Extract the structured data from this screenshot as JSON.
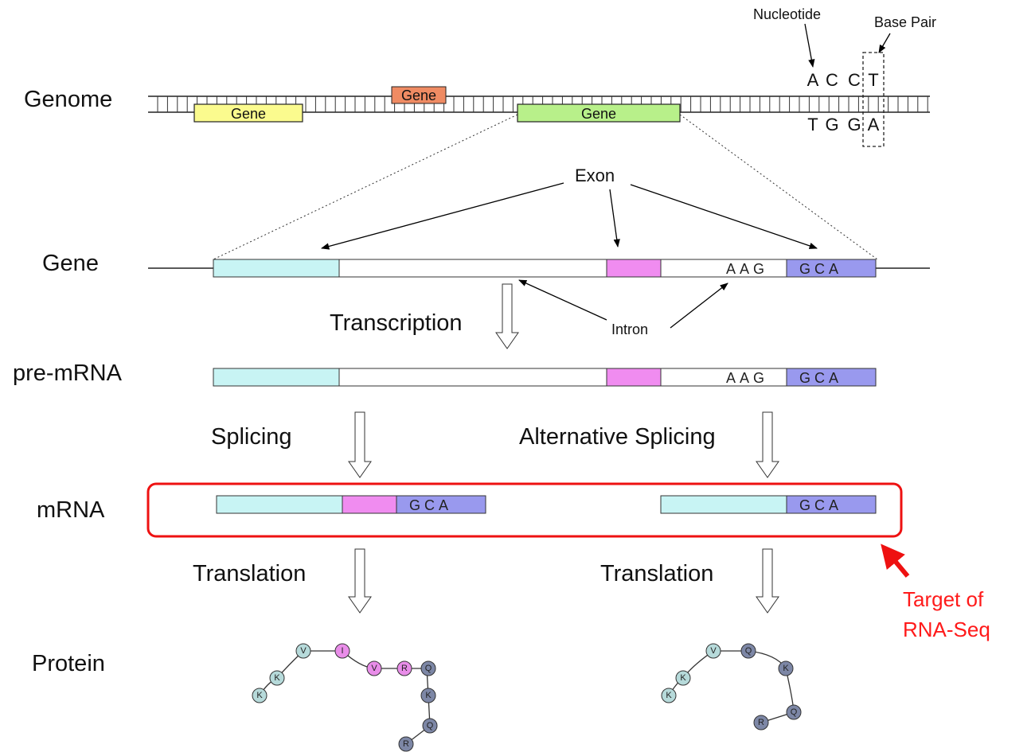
{
  "labels": {
    "genome": "Genome",
    "gene": "Gene",
    "pre_mrna": "pre-mRNA",
    "mrna": "mRNA",
    "protein": "Protein",
    "nucleotide": "Nucleotide",
    "base_pair": "Base Pair",
    "exon": "Exon",
    "intron": "Intron",
    "transcription": "Transcription",
    "splicing": "Splicing",
    "alternative_splicing": "Alternative Splicing",
    "translation_left": "Translation",
    "translation_right": "Translation",
    "target_line1": "Target of",
    "target_line2": "RNA-Seq"
  },
  "genome_genes": [
    "Gene",
    "Gene",
    "Gene"
  ],
  "sequences": {
    "top_strand": [
      "A",
      "C",
      "C",
      "T"
    ],
    "bottom_strand": [
      "T",
      "G",
      "G",
      "A"
    ],
    "gene_aag": "AAG",
    "gene_gca": "GCA",
    "pre_aag": "AAG",
    "pre_gca": "GCA",
    "mrna1_gca": "GCA",
    "mrna2_gca": "GCA"
  },
  "proteins": {
    "left": [
      "K",
      "K",
      "V",
      "I",
      "V",
      "R",
      "Q",
      "K",
      "Q",
      "R"
    ],
    "right": [
      "K",
      "K",
      "V",
      "Q",
      "K",
      "Q",
      "R"
    ]
  },
  "colors": {
    "exon1": "#c8f4f4",
    "exon2": "#f08cf0",
    "exon3": "#9999ee",
    "gene_yellow": "#fbfb8e",
    "gene_orange": "#ef8b63",
    "gene_green": "#b8f08a",
    "highlight": "#ee1111",
    "aa_cyan": "#b6dada",
    "aa_pink": "#e98de9",
    "aa_slate": "#7d87a6"
  }
}
